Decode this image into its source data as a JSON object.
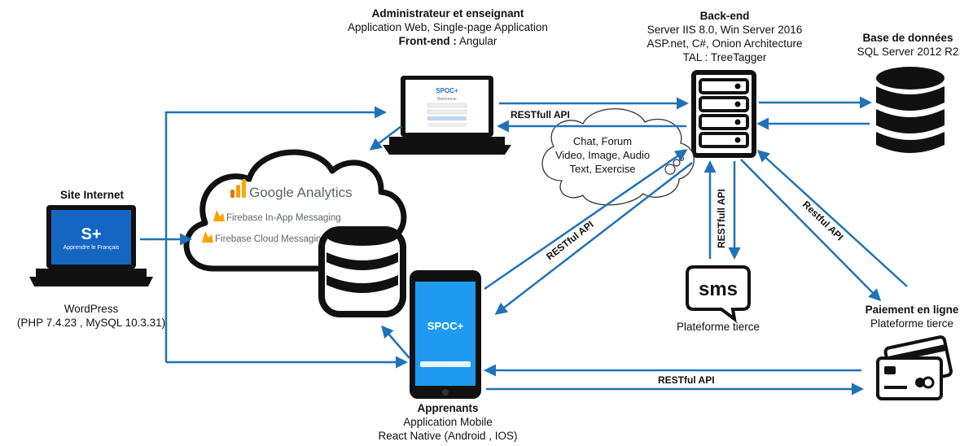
{
  "colors": {
    "arrow": "#1f72b8",
    "device": "#111111",
    "screen_blue": "#1e9bf0",
    "site_blue": "#1565c0",
    "ga_orange": "#f4a300",
    "firebase": "#ffa000"
  },
  "admin": {
    "title": "Administrateur et enseignant",
    "line1": "Application Web, Single-page Application",
    "frontend_key": "Front-end :",
    "frontend_val": "Angular",
    "screen_brand": "SPOC+",
    "screen_sub": "Bienvenue"
  },
  "backend": {
    "title": "Back-end",
    "line1": "Server IIS 8.0, Win Server 2016",
    "line2": "ASP.net, C#, Onion Architecture",
    "line3": "TAL : TreeTagger"
  },
  "database": {
    "title": "Base de données",
    "line1": "SQL Server 2012 R2"
  },
  "site": {
    "title": "Site Internet",
    "line1": "WordPress",
    "line2": "(PHP 7.4.23 , MySQL 10.3.31)",
    "screen_text": "Apprendre le Français",
    "screen_logo": "S+"
  },
  "cloud_services": {
    "google": "Google Analytics",
    "inapp": "Firebase In-App Messaging",
    "cloud": "Firebase Cloud Messaging"
  },
  "bubble": {
    "line1": "Chat, Forum",
    "line2": "Video, Image, Audio",
    "line3": "Text, Exercise"
  },
  "sms": {
    "icon_text": "sms",
    "label": "Plateforme tierce"
  },
  "payment": {
    "title": "Paiement en ligne",
    "line1": "Plateforme tierce"
  },
  "apprenants": {
    "title": "Apprenants",
    "line1": "Application Mobile",
    "line2": "React Native  (Android , IOS)",
    "screen_brand": "SPOC+"
  },
  "api_labels": {
    "admin_backend": "RESTfull API",
    "mobile_backend": "RESTful API",
    "sms_backend": "RESTfull API",
    "payment_backend": "Restful API",
    "mobile_payment": "RESTful API"
  }
}
